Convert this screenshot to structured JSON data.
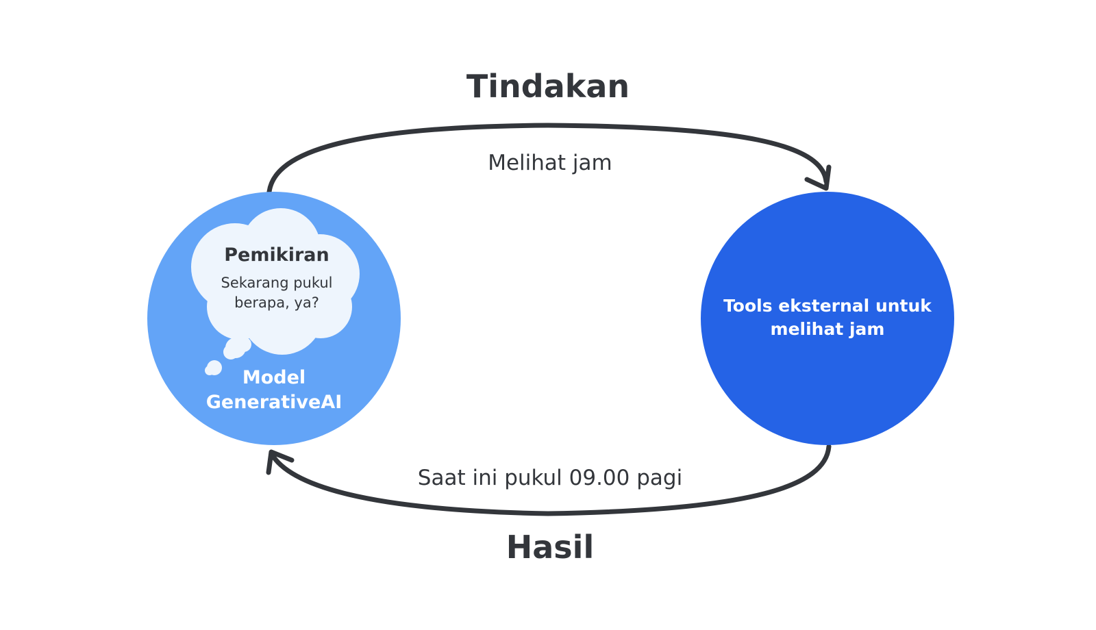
{
  "top_label": "Tindakan",
  "bottom_label": "Hasil",
  "action_edge": {
    "label": "Melihat jam"
  },
  "result_edge": {
    "label": "Saat ini pukul 09.00 pagi"
  },
  "model_node": {
    "label_lines": [
      "Model",
      "GenerativeAI"
    ],
    "thought": {
      "title": "Pemikiran",
      "text_lines": [
        "Sekarang pukul",
        "berapa, ya?"
      ]
    }
  },
  "tool_node": {
    "label_lines": [
      "Tools eksternal untuk",
      "melihat jam"
    ]
  },
  "colors": {
    "model_circle": "#63a4f7",
    "tool_circle": "#2563e6",
    "thought_bubble": "#eef5fd",
    "arrow": "#33363b",
    "text_dark": "#33363b"
  }
}
